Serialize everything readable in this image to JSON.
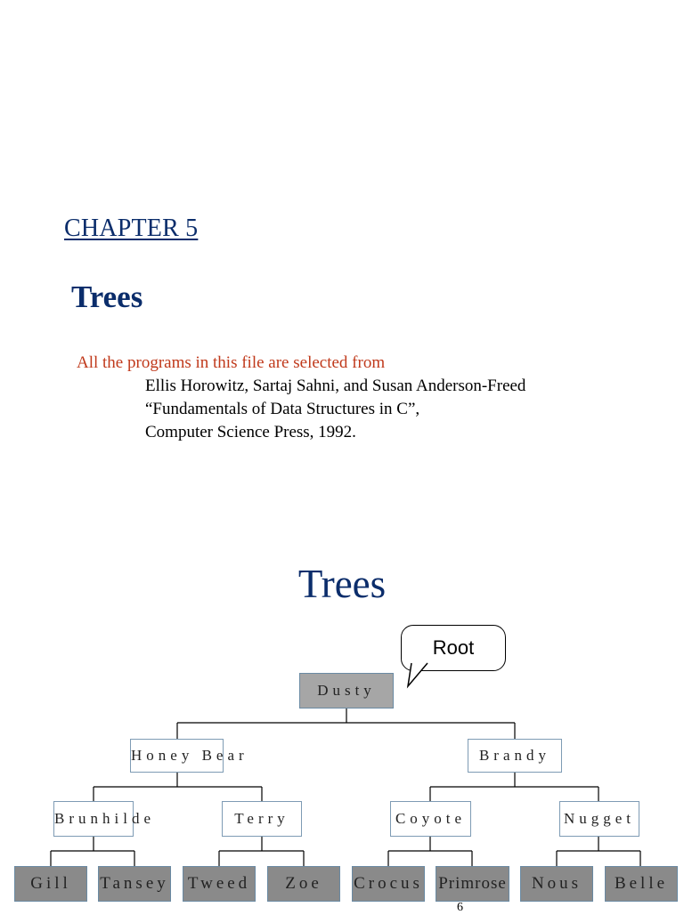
{
  "slide1": {
    "chapter": "CHAPTER 5",
    "title": "Trees",
    "note": "All the programs in this file are selected from",
    "references": [
      "Ellis Horowitz, Sartaj Sahni, and Susan Anderson-Freed",
      "“Fundamentals of Data Structures in C”,",
      "Computer Science Press, 1992."
    ]
  },
  "slide2": {
    "title": "Trees",
    "callout": "Root",
    "tree": {
      "root": "Dusty",
      "level1": [
        "Honey Bear",
        "Brandy"
      ],
      "level2": [
        "Brunhilde",
        "Terry",
        "Coyote",
        "Nugget"
      ],
      "level3": [
        "Gill",
        "Tansey",
        "Tweed",
        "Zoe",
        "Crocus",
        "Primrose",
        "Nous",
        "Belle"
      ]
    },
    "page_mark": "6"
  },
  "colors": {
    "heading": "#0b2d6b",
    "note": "#c0391b",
    "root_fill": "#a6a6a6",
    "leaf_fill": "#8a8a8a"
  }
}
